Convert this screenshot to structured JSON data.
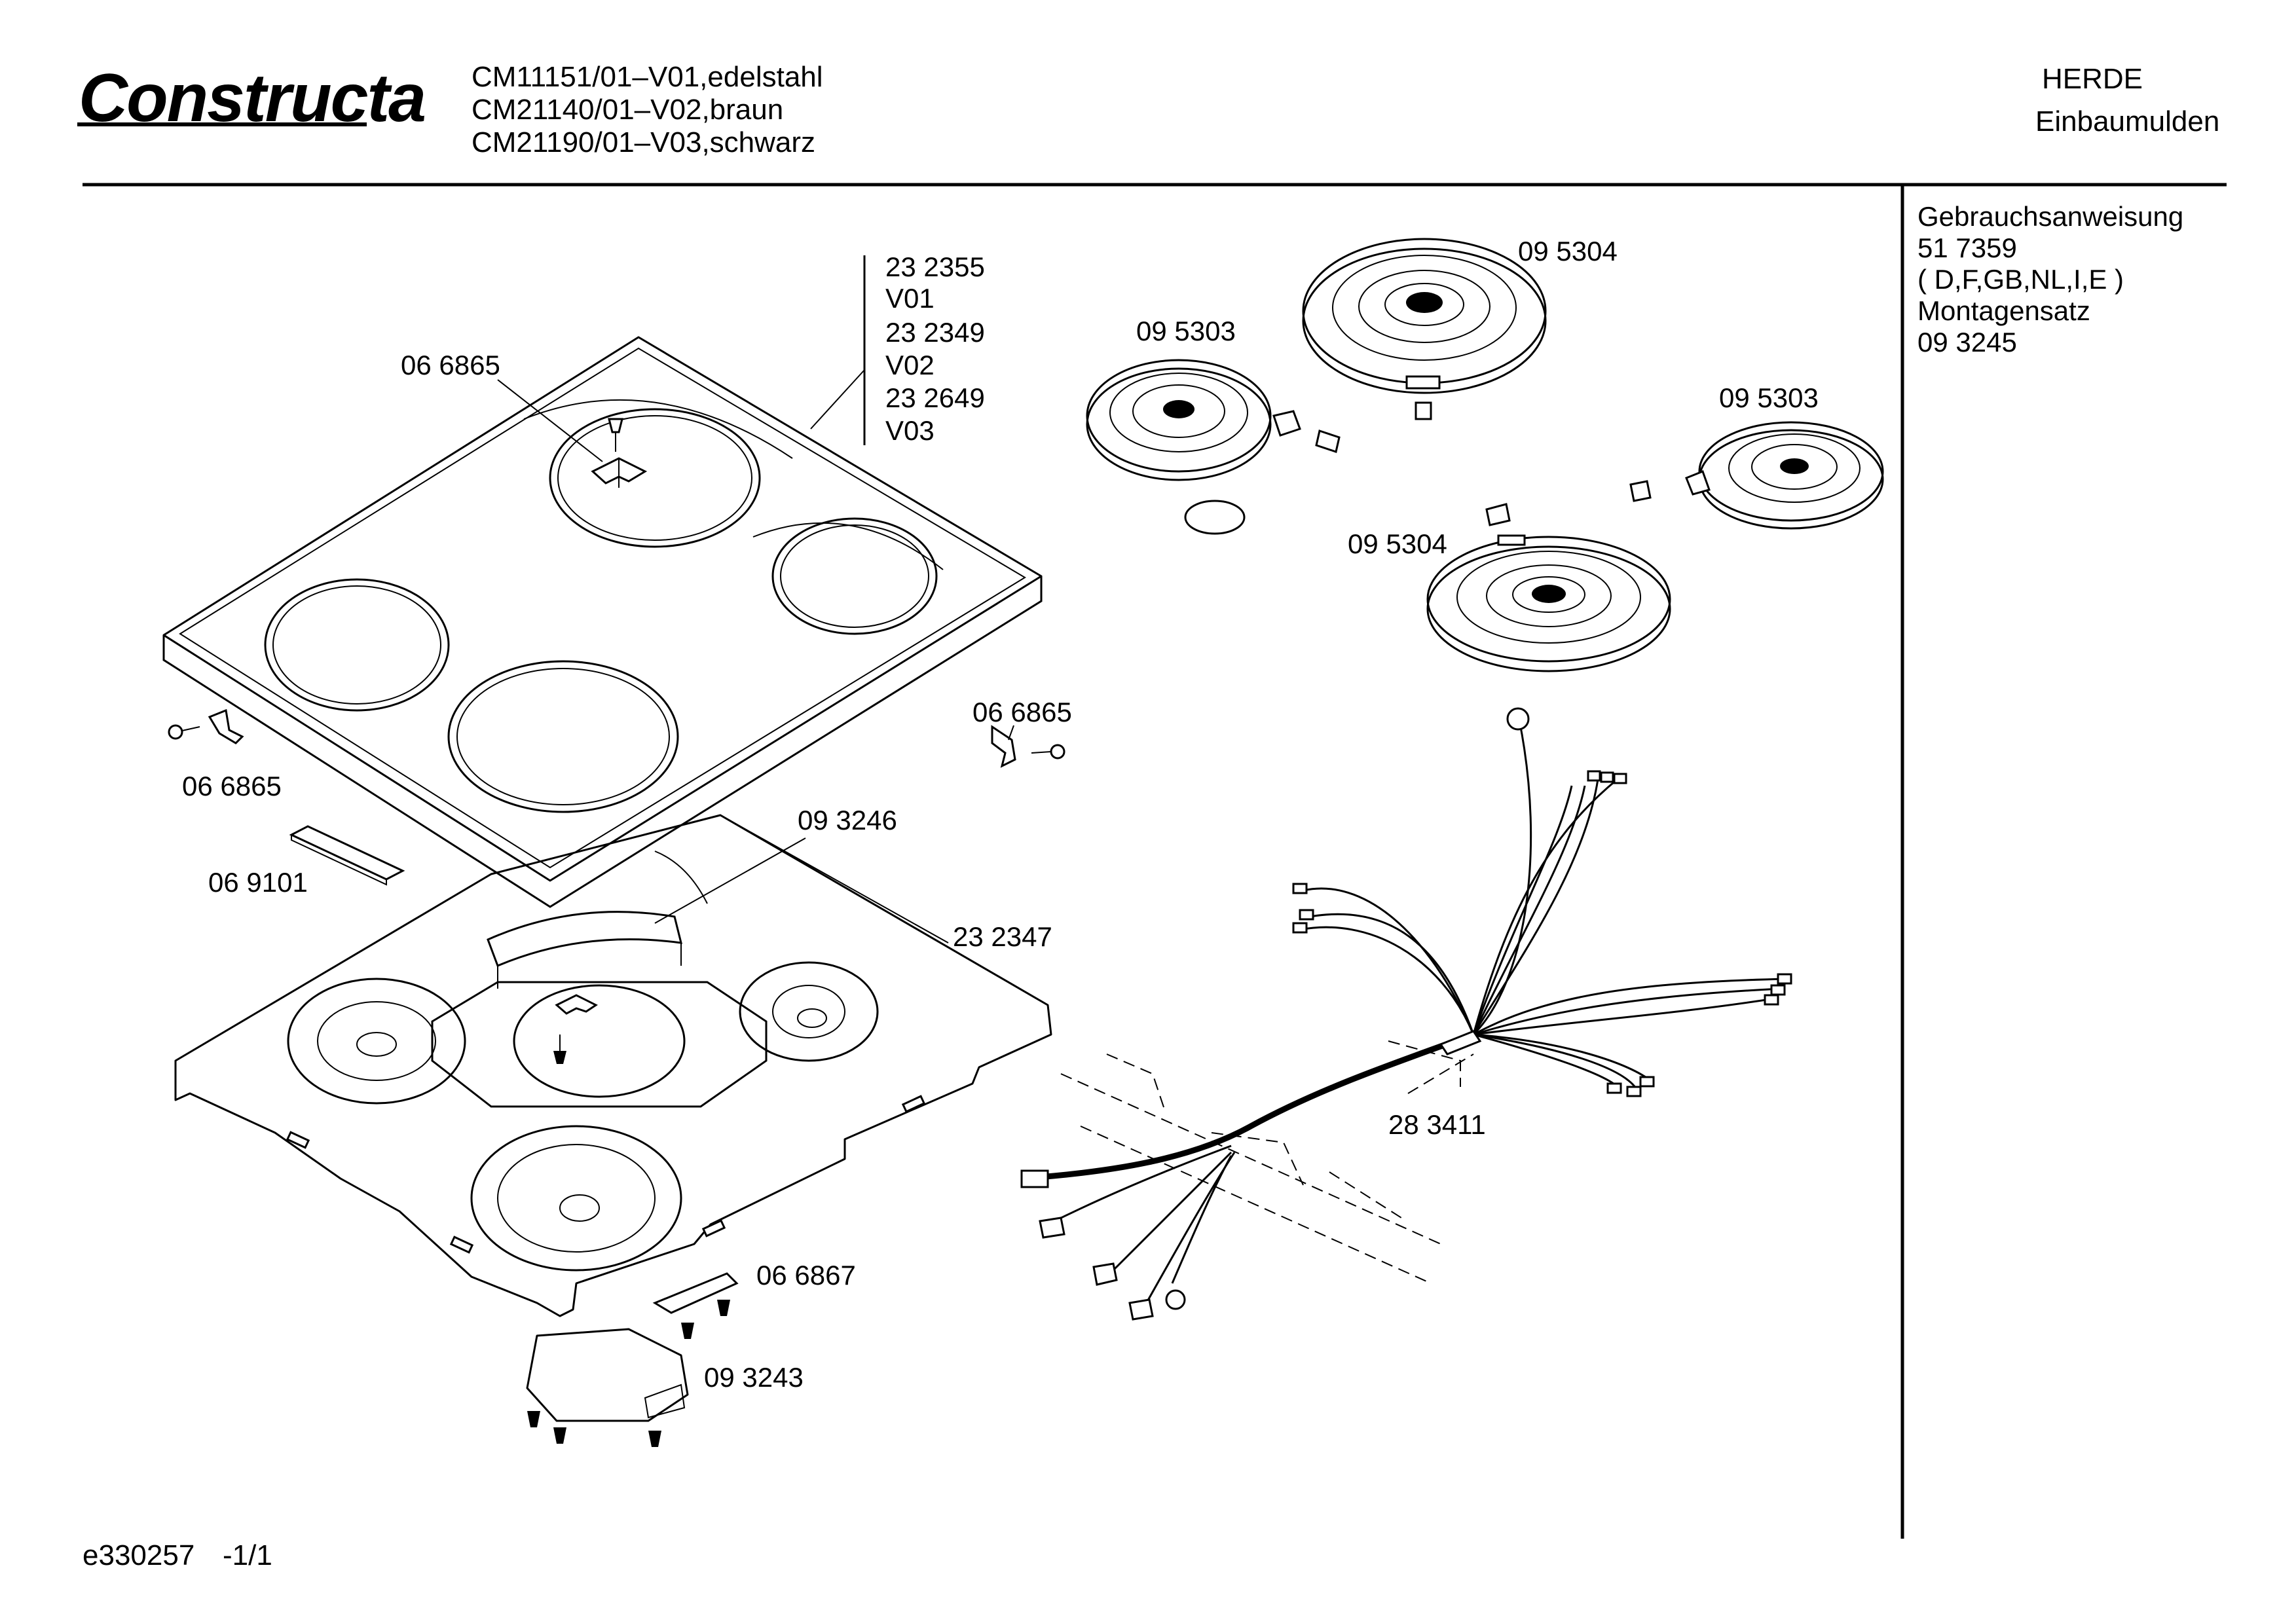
{
  "brand": {
    "logo_text": "Constructa"
  },
  "header": {
    "models": [
      "CM11151/01–V01,edelstahl",
      "CM21140/01–V02,braun",
      "CM21190/01–V03,schwarz"
    ],
    "category": "HERDE",
    "subcategory": "Einbaumulden"
  },
  "side_info": {
    "lines": [
      "Gebrauchsanweisung",
      "51 7359",
      "( D,F,GB,NL,I,E )",
      "Montagensatz",
      "09 3245"
    ]
  },
  "part_numbers": {
    "glass_top_variants": [
      "23 2355",
      "V01",
      "23 2349",
      "V02",
      "23 2649",
      "V03"
    ],
    "clip_top": "06 6865",
    "clip_left": "06 6865",
    "clip_right": "06 6865",
    "strip": "06 9101",
    "cover": "09 3246",
    "housing": "23 2347",
    "bracket": "06 6867",
    "plate": "09 3243",
    "hotplate_large_back": "09 5304",
    "hotplate_small_left": "09 5303",
    "hotplate_small_right": "09 5303",
    "hotplate_large_front": "09 5304",
    "cable_harness": "28 3411"
  },
  "footer": {
    "doc_id": "e330257",
    "page": "-1/1"
  }
}
